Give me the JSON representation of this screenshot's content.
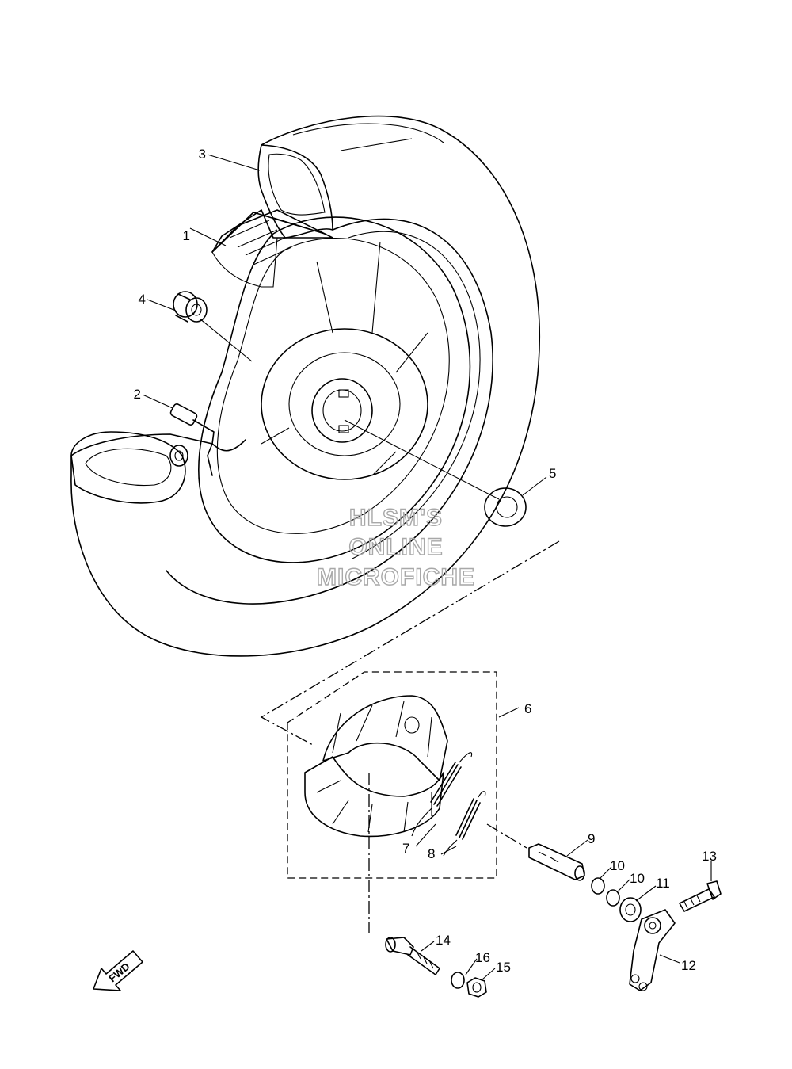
{
  "watermark": {
    "lines": [
      "HLSM'S",
      "ONLINE",
      "MICROFICHE"
    ]
  },
  "direction_label": "FWD",
  "callouts": [
    "1",
    "2",
    "3",
    "4",
    "5",
    "6",
    "7",
    "8",
    "9",
    "10",
    "10",
    "11",
    "12",
    "13",
    "14",
    "15",
    "16"
  ],
  "colors": {
    "line": "#000000",
    "watermark": "#a8a8a8",
    "background": "#ffffff"
  }
}
